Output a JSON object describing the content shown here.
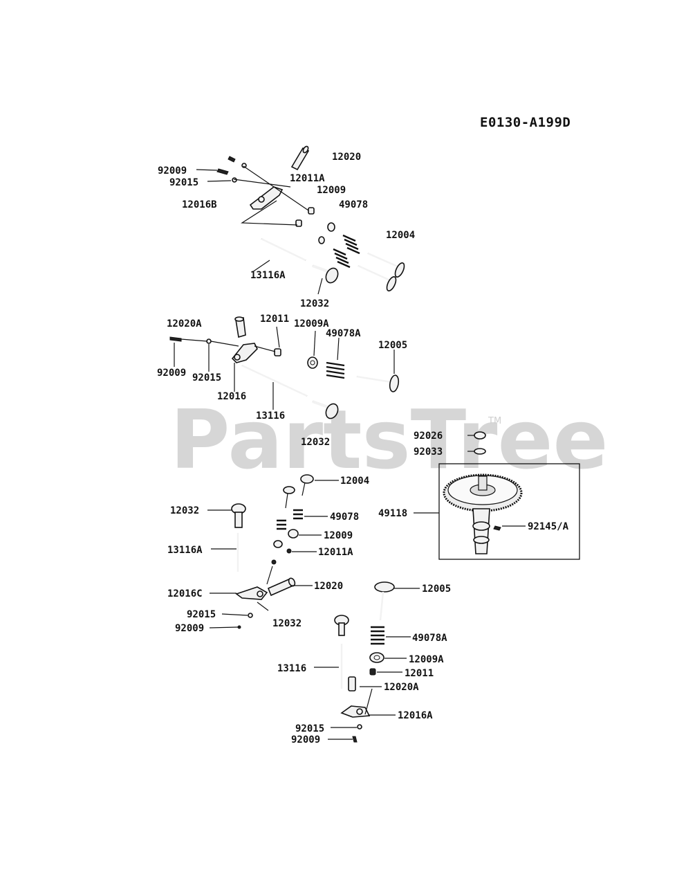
{
  "diagram_code": "E0130-A199D",
  "watermark": "PartsTree",
  "watermark_tm": "TM",
  "labels": {
    "g1_12020": "12020",
    "g1_92009": "92009",
    "g1_92015": "92015",
    "g1_12011A": "12011A",
    "g1_12009": "12009",
    "g1_12016B": "12016B",
    "g1_49078": "49078",
    "g1_12004": "12004",
    "g1_13116A": "13116A",
    "g1_12032": "12032",
    "g2_12020A": "12020A",
    "g2_12011": "12011",
    "g2_12009A": "12009A",
    "g2_49078A": "49078A",
    "g2_12005": "12005",
    "g2_92009": "92009",
    "g2_92015": "92015",
    "g2_12016": "12016",
    "g2_13116": "13116",
    "g2_12032": "12032",
    "g3_92026": "92026",
    "g3_92033": "92033",
    "g3_49118": "49118",
    "g3_92145A": "92145/A",
    "g4_12004": "12004",
    "g4_12032": "12032",
    "g4_49078": "49078",
    "g4_12009": "12009",
    "g4_13116A": "13116A",
    "g4_12011A": "12011A",
    "g4_12016C": "12016C",
    "g4_12020": "12020",
    "g4_92015": "92015",
    "g4_92009": "92009",
    "g4_12032b": "12032",
    "g5_12005": "12005",
    "g5_49078A": "49078A",
    "g5_12009A": "12009A",
    "g5_13116": "13116",
    "g5_12011": "12011",
    "g5_12020A": "12020A",
    "g5_12016A": "12016A",
    "g5_92015": "92015",
    "g5_92009": "92009"
  }
}
